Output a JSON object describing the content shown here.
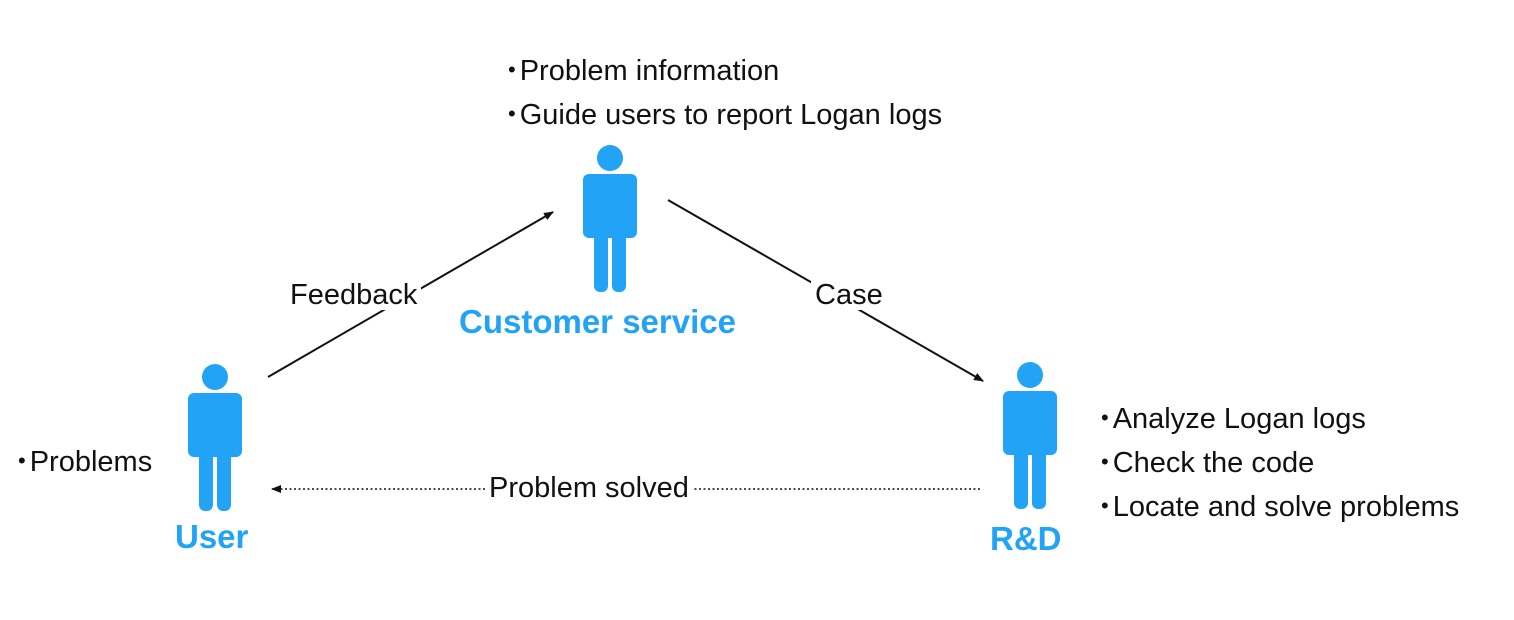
{
  "colors": {
    "accent": "#22a3f5",
    "text": "#111111"
  },
  "actors": {
    "user": {
      "label": "User",
      "icon": "person-icon",
      "notes": [
        "Problems"
      ]
    },
    "customer_service": {
      "label": "Customer service",
      "icon": "person-icon",
      "notes": [
        "Problem information",
        "Guide users to report Logan logs"
      ]
    },
    "rd": {
      "label": "R&D",
      "icon": "person-icon",
      "notes": [
        "Analyze Logan logs",
        "Check the code",
        "Locate and solve problems"
      ]
    }
  },
  "edges": {
    "feedback": {
      "label": "Feedback",
      "from": "User",
      "to": "Customer service",
      "style": "solid"
    },
    "case": {
      "label": "Case",
      "from": "Customer service",
      "to": "R&D",
      "style": "solid"
    },
    "solved": {
      "label": "Problem solved",
      "from": "R&D",
      "to": "User",
      "style": "dotted"
    }
  }
}
